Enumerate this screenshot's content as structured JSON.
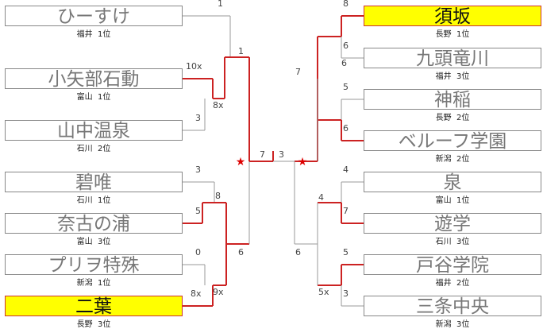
{
  "left": [
    {
      "name": "ひーすけ",
      "region": "福井",
      "rank": "1位",
      "score": "1",
      "winner": false
    },
    {
      "name": "小矢部石動",
      "region": "富山",
      "rank": "1位",
      "score": "10x",
      "winner": false
    },
    {
      "name": "山中温泉",
      "region": "石川",
      "rank": "2位",
      "score": "3",
      "winner": false
    },
    {
      "name": "碧唯",
      "region": "石川",
      "rank": "1位",
      "score": "3",
      "winner": false
    },
    {
      "name": "奈古の浦",
      "region": "富山",
      "rank": "3位",
      "score": "5",
      "winner": false
    },
    {
      "name": "プリヲ特殊",
      "region": "新潟",
      "rank": "1位",
      "score": "0",
      "winner": false
    },
    {
      "name": "二葉",
      "region": "長野",
      "rank": "3位",
      "score": "8x",
      "winner": true
    }
  ],
  "right": [
    {
      "name": "須坂",
      "region": "長野",
      "rank": "1位",
      "score": "8",
      "winner": true
    },
    {
      "name": "九頭竜川",
      "region": "福井",
      "rank": "3位",
      "score": "6",
      "winner": false
    },
    {
      "name": "神稲",
      "region": "長野",
      "rank": "2位",
      "score": "5",
      "winner": false
    },
    {
      "name": "ベルーフ学園",
      "region": "新潟",
      "rank": "2位",
      "score": "6",
      "winner": false
    },
    {
      "name": "泉",
      "region": "富山",
      "rank": "1位",
      "score": "4",
      "winner": false
    },
    {
      "name": "遊学",
      "region": "石川",
      "rank": "3位",
      "score": "7",
      "winner": false
    },
    {
      "name": "戸谷学院",
      "region": "福井",
      "rank": "2位",
      "score": "5",
      "winner": false
    },
    {
      "name": "三条中央",
      "region": "新潟",
      "rank": "3位",
      "score": "3",
      "winner": false
    }
  ],
  "round_scores": {
    "l_r1a": "8x",
    "l_r1b": "8",
    "l_r1c": "9x",
    "l_r2a": "1",
    "l_r2b": "6",
    "r_r1a": "6",
    "r_r1b": "4",
    "r_r1c": "5x",
    "r_r2a": "7",
    "r_r2b": "6",
    "final_left": "7",
    "final_right": "3"
  },
  "colors": {
    "win_line": "#cc2222",
    "lose_line": "#999999",
    "star": "#dd0000",
    "winner_fill": "#ffff00"
  },
  "icons": {
    "final_marker": "star-icon"
  }
}
